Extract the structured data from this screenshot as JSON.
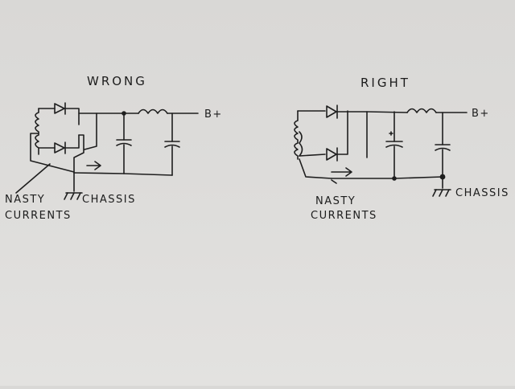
{
  "left": {
    "title": "WRONG",
    "bplus": "B+",
    "nasty": [
      "NASTY",
      "CURRENTS"
    ],
    "chassis": "CHASSIS"
  },
  "right": {
    "title": "RIGHT",
    "bplus": "B+",
    "nasty": [
      "NASTY",
      "CURRENTS"
    ],
    "chassis": "CHASSIS"
  }
}
